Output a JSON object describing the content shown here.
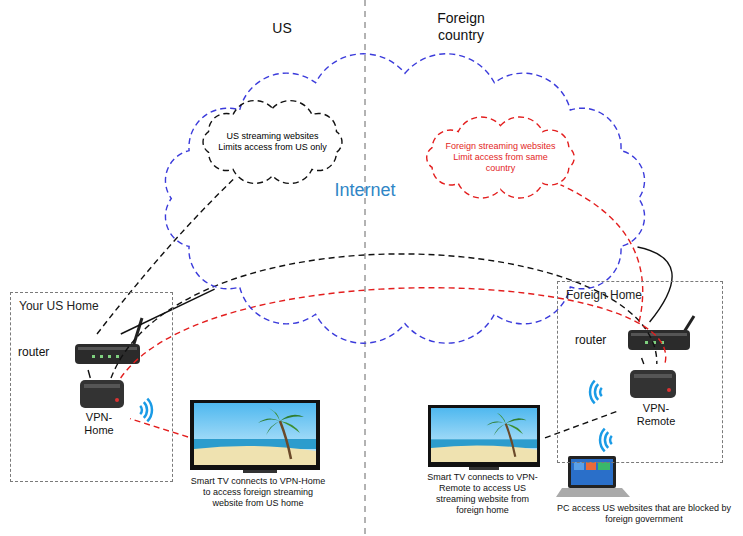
{
  "diagram": {
    "nodes": [
      {
        "text": [
          "Internet"
        ]
      },
      {
        "text": [
          "US streaming websites Limits access from US only"
        ]
      },
      {
        "text": [
          "Foreign streaming websites Limit access from same country"
        ]
      },
      {
        "text": [
          "Your US Home"
        ]
      },
      {
        "text": [
          "router"
        ],
        "in": 3
      },
      {
        "text": [
          "VPN-Home"
        ],
        "in": 3
      },
      {
        "text": [
          "Smart TV connects to VPN-Home to access foreign streaming website from US home"
        ]
      },
      {
        "text": [
          "Foreign Home"
        ]
      },
      {
        "text": [
          "router"
        ],
        "in": 7
      },
      {
        "text": [
          "VPN-Remote"
        ],
        "in": 7
      },
      {
        "text": [
          "Smart TV connects to VPN-Remote to access US streaming website from foreign home"
        ]
      },
      {
        "text": [
          "PC access US websites that are blocked by foreign government"
        ]
      }
    ],
    "edges": [
      {
        "from": 6,
        "to": 5,
        "arrow": "none"
      },
      {
        "from": 5,
        "to": 4,
        "arrow": "none"
      },
      {
        "from": 4,
        "to": 0,
        "arrow": "none"
      },
      {
        "from": 4,
        "to": 1,
        "arrow": "none"
      },
      {
        "from": 5,
        "to": 9,
        "arrow": "none"
      },
      {
        "from": 5,
        "to": 9,
        "arrow": "none"
      },
      {
        "from": 9,
        "to": 8,
        "arrow": "none"
      },
      {
        "from": 8,
        "to": 0,
        "arrow": "none"
      },
      {
        "from": 8,
        "to": 2,
        "arrow": "none"
      },
      {
        "from": 10,
        "to": 9,
        "arrow": "none"
      }
    ],
    "labels": [
      "US",
      "Foreign country"
    ]
  }
}
